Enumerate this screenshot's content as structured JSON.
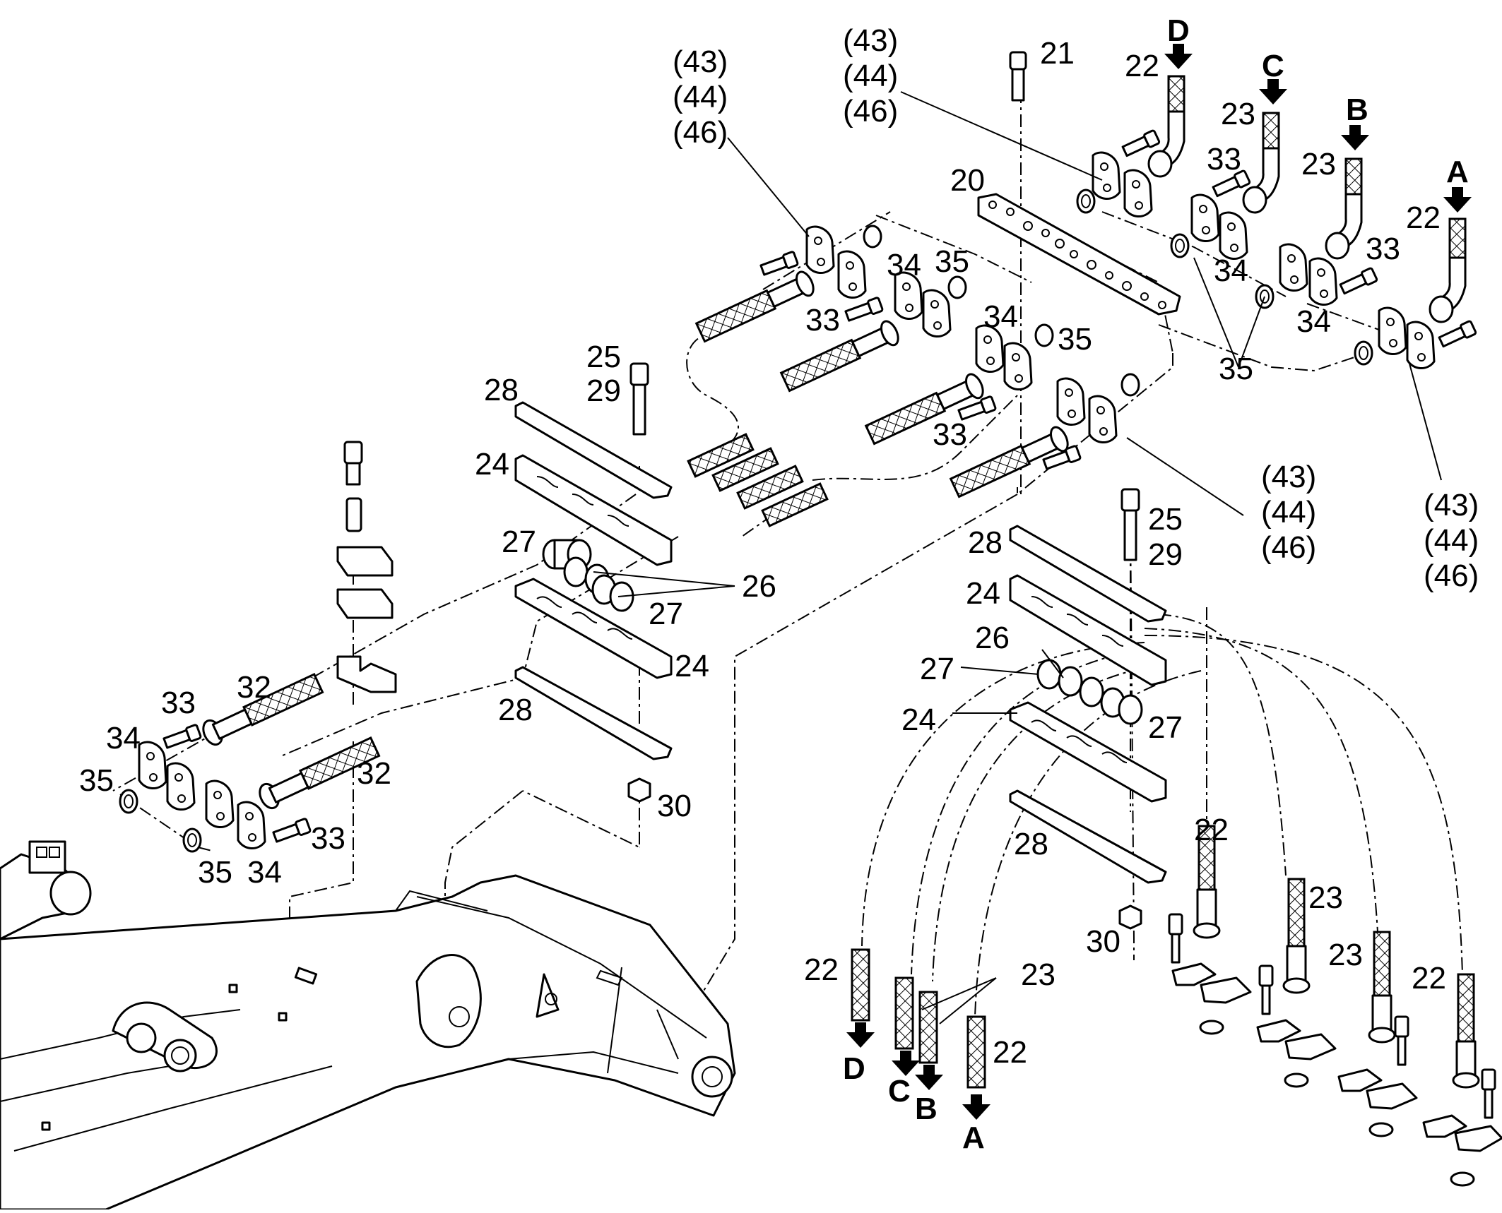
{
  "callouts": {
    "c20": "20",
    "c21": "21",
    "c22a": "22",
    "c22b": "22",
    "c22c": "22",
    "c22d": "22",
    "c22e": "22",
    "c22f": "22",
    "c23a": "23",
    "c23b": "23",
    "c23c": "23",
    "c23d": "23",
    "c23e": "23",
    "c24a": "24",
    "c24b": "24",
    "c24c": "24",
    "c24d": "24",
    "c25a": "25",
    "c25b": "25",
    "c26a": "26",
    "c26b": "26",
    "c27a": "27",
    "c27b": "27",
    "c27c": "27",
    "c27d": "27",
    "c28a": "28",
    "c28b": "28",
    "c28c": "28",
    "c28d": "28",
    "c29a": "29",
    "c29b": "29",
    "c30a": "30",
    "c30b": "30",
    "c32a": "32",
    "c32b": "32",
    "c33a": "33",
    "c33b": "33",
    "c33c": "33",
    "c33d": "33",
    "c33e": "33",
    "c33f": "33",
    "c34a": "34",
    "c34b": "34",
    "c34c": "34",
    "c34d": "34",
    "c34e": "34",
    "c34f": "34",
    "c35a": "35",
    "c35b": "35",
    "c35c": "35",
    "c35d": "35",
    "c35e": "35"
  },
  "groups": {
    "g1": [
      "(43)",
      "(44)",
      "(46)"
    ],
    "g2": [
      "(43)",
      "(44)",
      "(46)"
    ],
    "g3": [
      "(43)",
      "(44)",
      "(46)"
    ],
    "g4": [
      "(43)",
      "(44)",
      "(46)"
    ]
  },
  "connectors": {
    "top_D": "D",
    "top_C": "C",
    "top_B": "B",
    "top_A": "A",
    "bot_D": "D",
    "bot_C": "C",
    "bot_B": "B",
    "bot_A": "A"
  }
}
